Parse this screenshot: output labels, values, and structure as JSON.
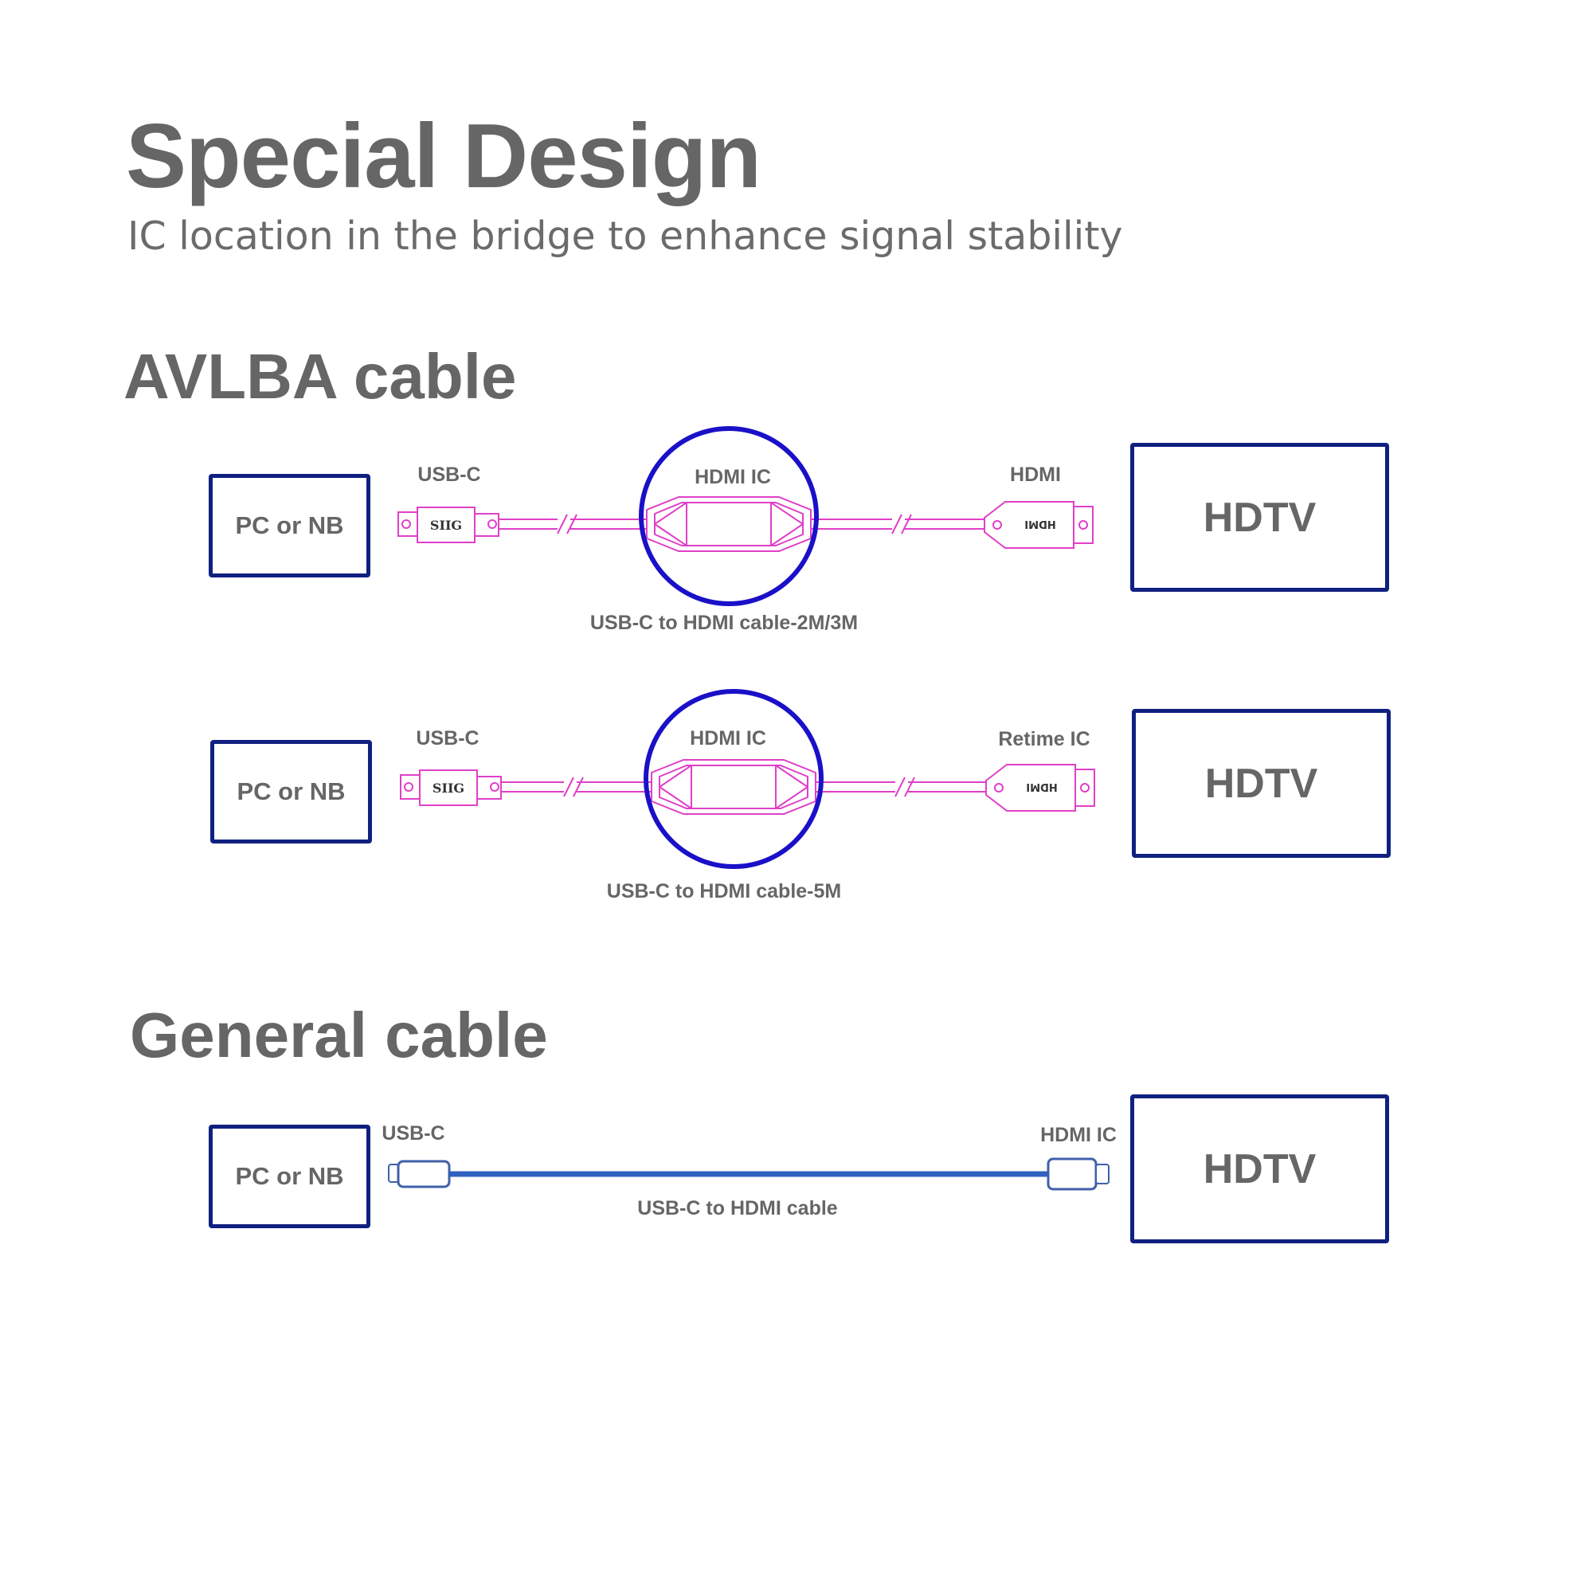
{
  "header": {
    "title": "Special Design",
    "subtitle": "IC location in the bridge to enhance signal stability"
  },
  "avlba": {
    "heading": "AVLBA cable",
    "rows": [
      {
        "source": "PC or NB",
        "left_connector": "USB-C",
        "ic_label": "HDMI IC",
        "right_connector": "HDMI",
        "target": "HDTV",
        "caption": "USB-C to HDMI cable-2M/3M",
        "plug_left_text": "SIIG",
        "plug_right_text": "HDMI"
      },
      {
        "source": "PC or NB",
        "left_connector": "USB-C",
        "ic_label": "HDMI IC",
        "right_connector": "Retime IC",
        "target": "HDTV",
        "caption": "USB-C to HDMI cable-5M",
        "plug_left_text": "SIIG",
        "plug_right_text": "HDMI"
      }
    ]
  },
  "general": {
    "heading": "General cable",
    "source": "PC or NB",
    "left_connector": "USB-C",
    "right_connector": "HDMI IC",
    "target": "HDTV",
    "caption": "USB-C to HDMI cable"
  },
  "colors": {
    "text": "#666666",
    "box_border": "#102080",
    "highlight_circle": "#1a10c8",
    "cable_drawing": "#e040c8",
    "general_cable": "#3060c0"
  }
}
